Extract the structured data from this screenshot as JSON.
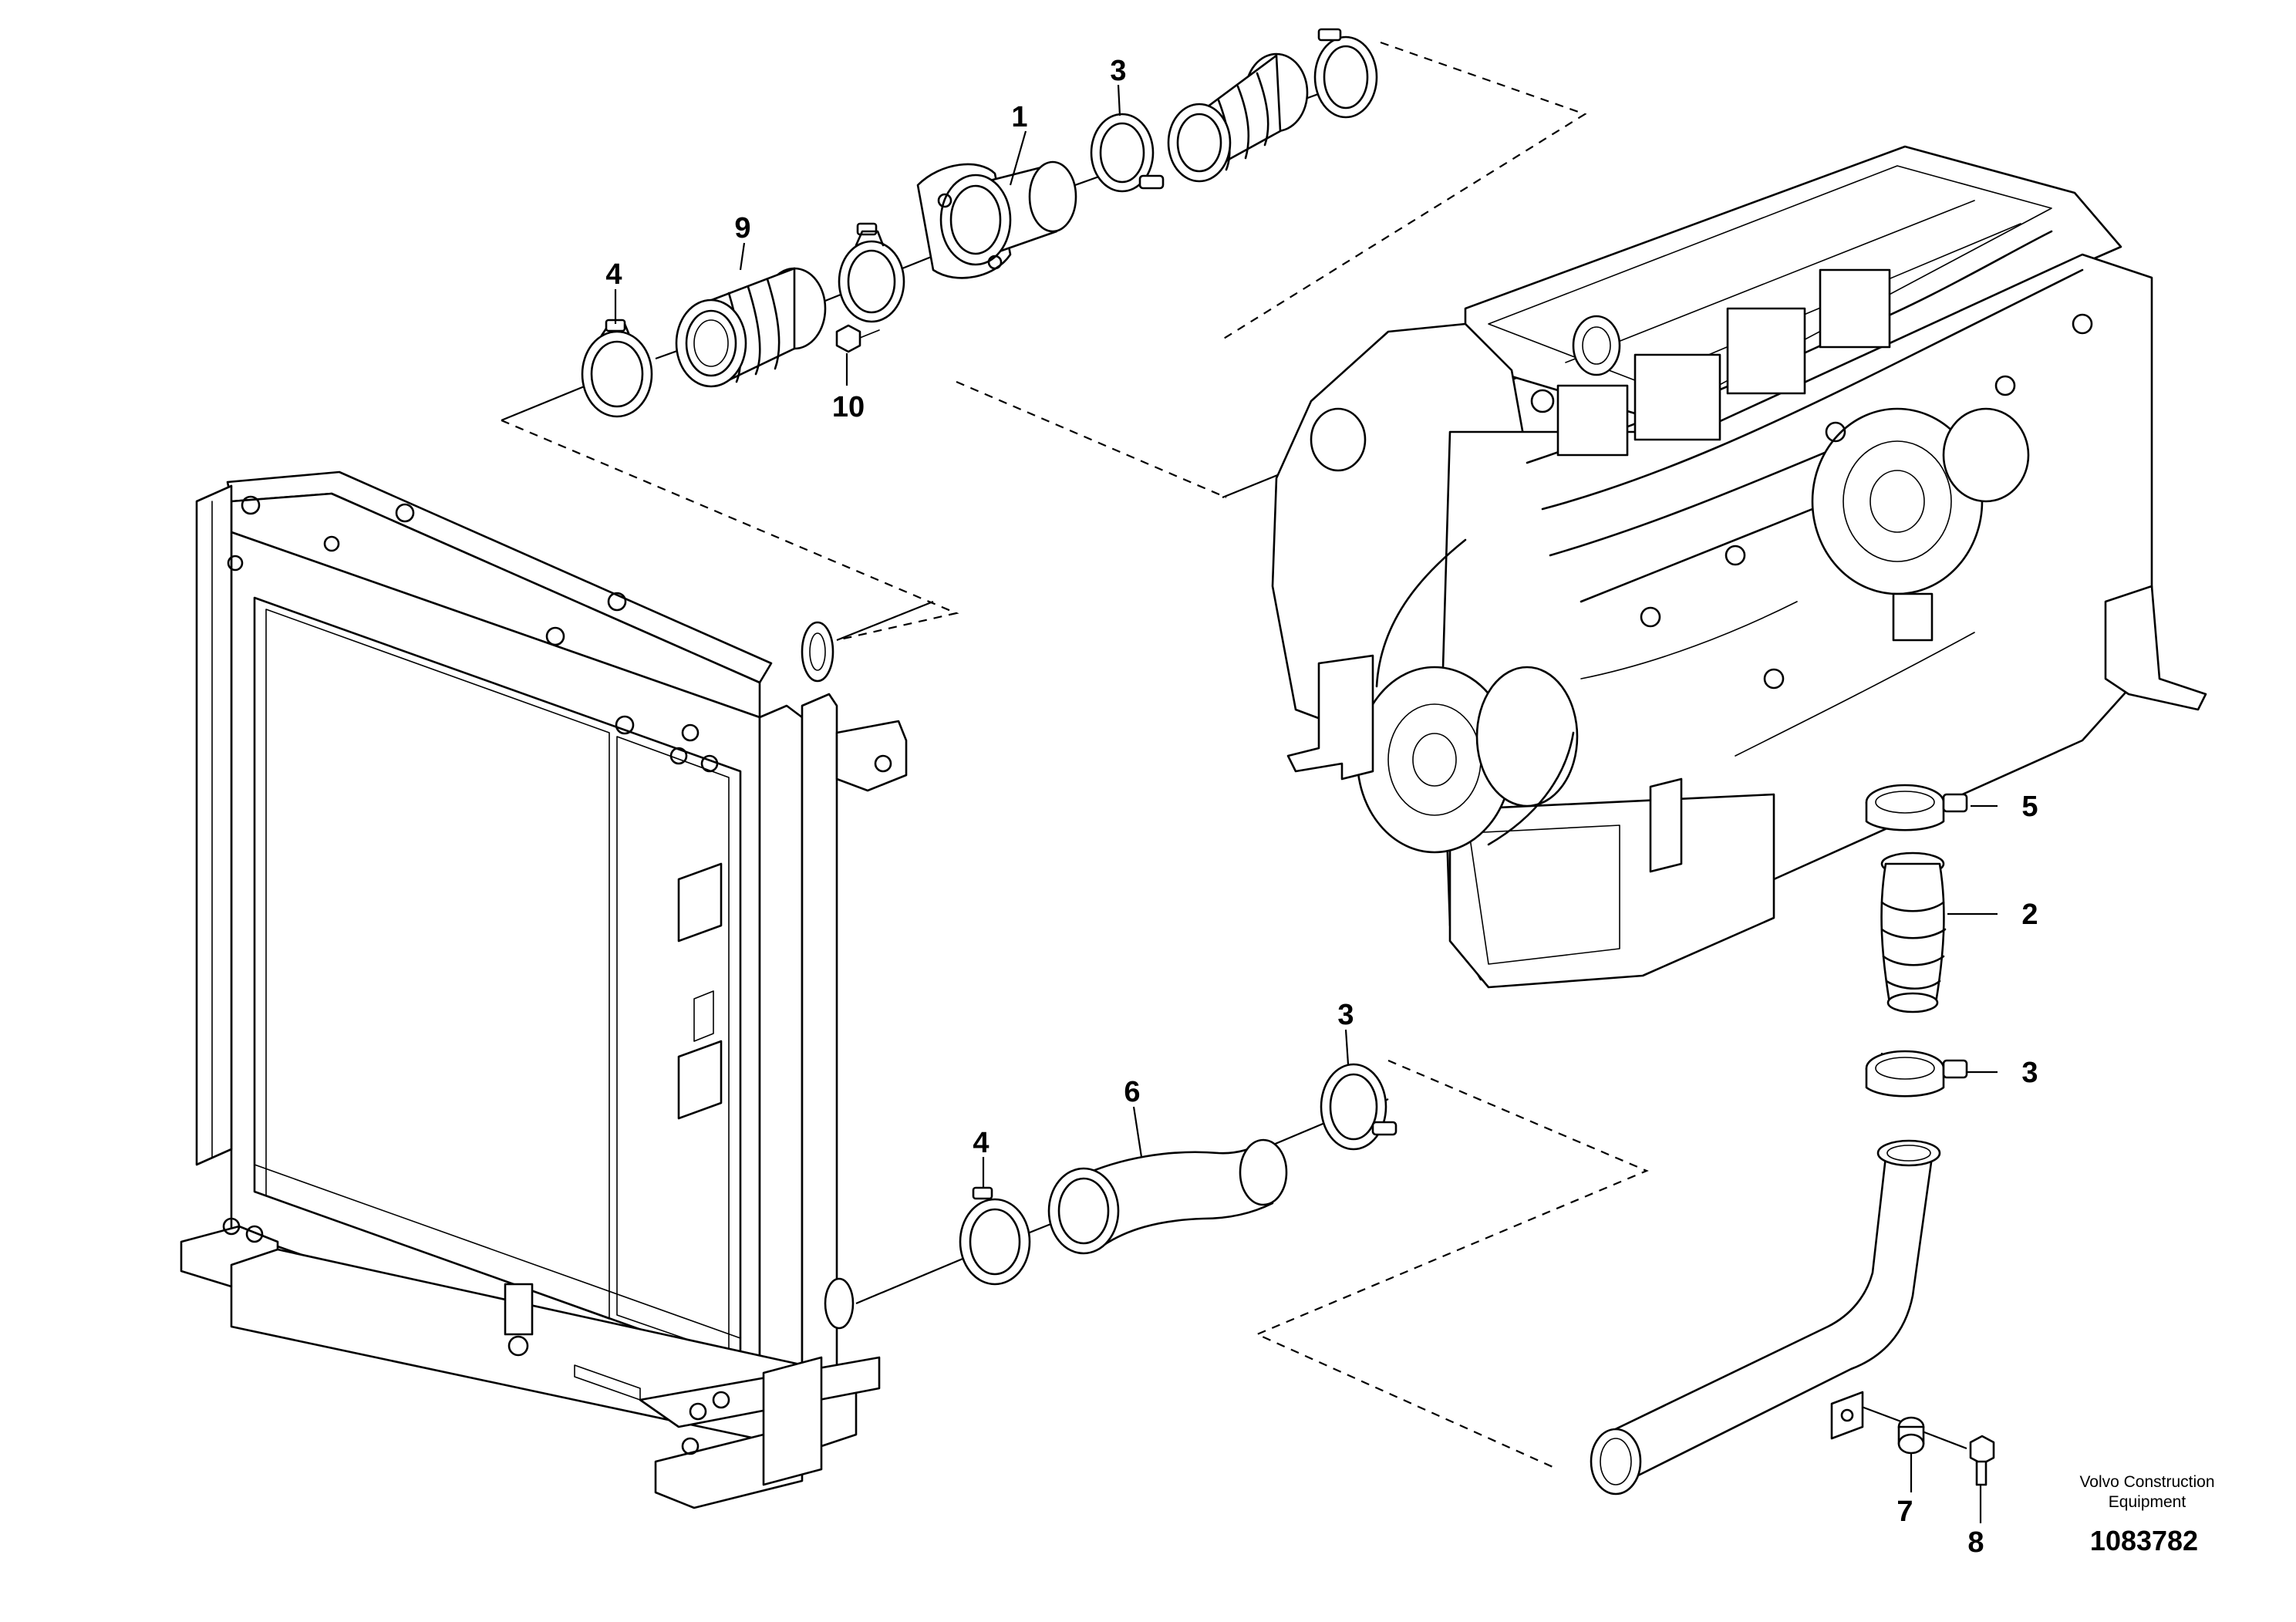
{
  "callouts": {
    "c1": "1",
    "c9": "9",
    "c4a": "4",
    "c3a": "3",
    "c10": "10",
    "c5": "5",
    "c2": "2",
    "c3b": "3",
    "c3c": "3",
    "c6": "6",
    "c4b": "4",
    "c7": "7",
    "c8": "8"
  },
  "credit": {
    "line1": "Volvo Construction",
    "line2": "Equipment",
    "drawing_number": "1083782"
  }
}
